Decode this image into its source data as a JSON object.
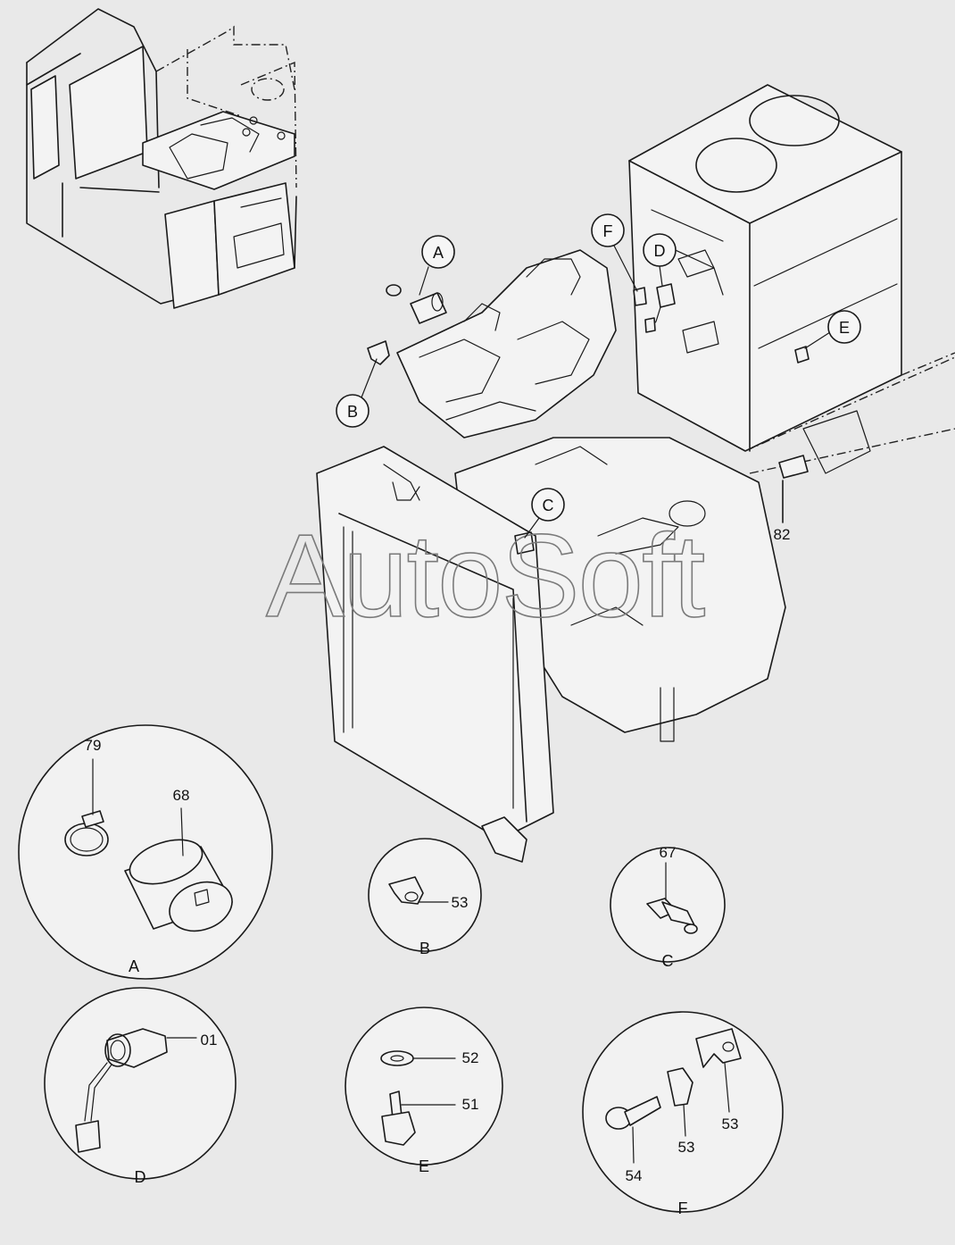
{
  "watermark": "AutoSoft",
  "callouts": {
    "a": "A",
    "b": "B",
    "c": "C",
    "d": "D",
    "e": "E",
    "f": "F"
  },
  "refs": {
    "r82": "82"
  },
  "details": {
    "a": {
      "label": "A",
      "parts": [
        "79",
        "68"
      ]
    },
    "b": {
      "label": "B",
      "parts": [
        "53"
      ]
    },
    "c": {
      "label": "C",
      "parts": [
        "67"
      ]
    },
    "d": {
      "label": "D",
      "parts": [
        "01"
      ]
    },
    "e": {
      "label": "E",
      "parts": [
        "52",
        "51"
      ]
    },
    "f": {
      "label": "F",
      "parts": [
        "53",
        "53",
        "54"
      ]
    }
  }
}
